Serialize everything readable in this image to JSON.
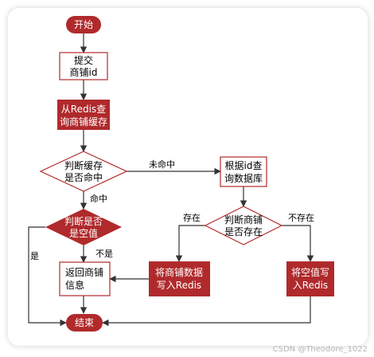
{
  "colors": {
    "accent": "#b02a2c",
    "white_node_border": "#b02a2c",
    "line": "#333333"
  },
  "nodes": {
    "start": "开始",
    "submit_id": [
      "提交",
      "商铺id"
    ],
    "query_redis": [
      "从Redis查",
      "询商铺缓存"
    ],
    "cache_hit": [
      "判断缓存",
      "是否命中"
    ],
    "query_db": [
      "根据id查",
      "询数据库"
    ],
    "is_null": [
      "判断是否",
      "是空值"
    ],
    "shop_exists": [
      "判断商铺",
      "是否存在"
    ],
    "return_shop": [
      "返回商铺",
      "信息"
    ],
    "write_redis": [
      "将商铺数据",
      "写入Redis"
    ],
    "write_null": [
      "将空值写",
      "入Redis"
    ],
    "end": "结束"
  },
  "edges": {
    "miss": "未命中",
    "hit": "命中",
    "exists": "存在",
    "not_exists": "不存在",
    "yes": "是",
    "no": "不是"
  },
  "watermark": "CSDN @Theodore_1022"
}
